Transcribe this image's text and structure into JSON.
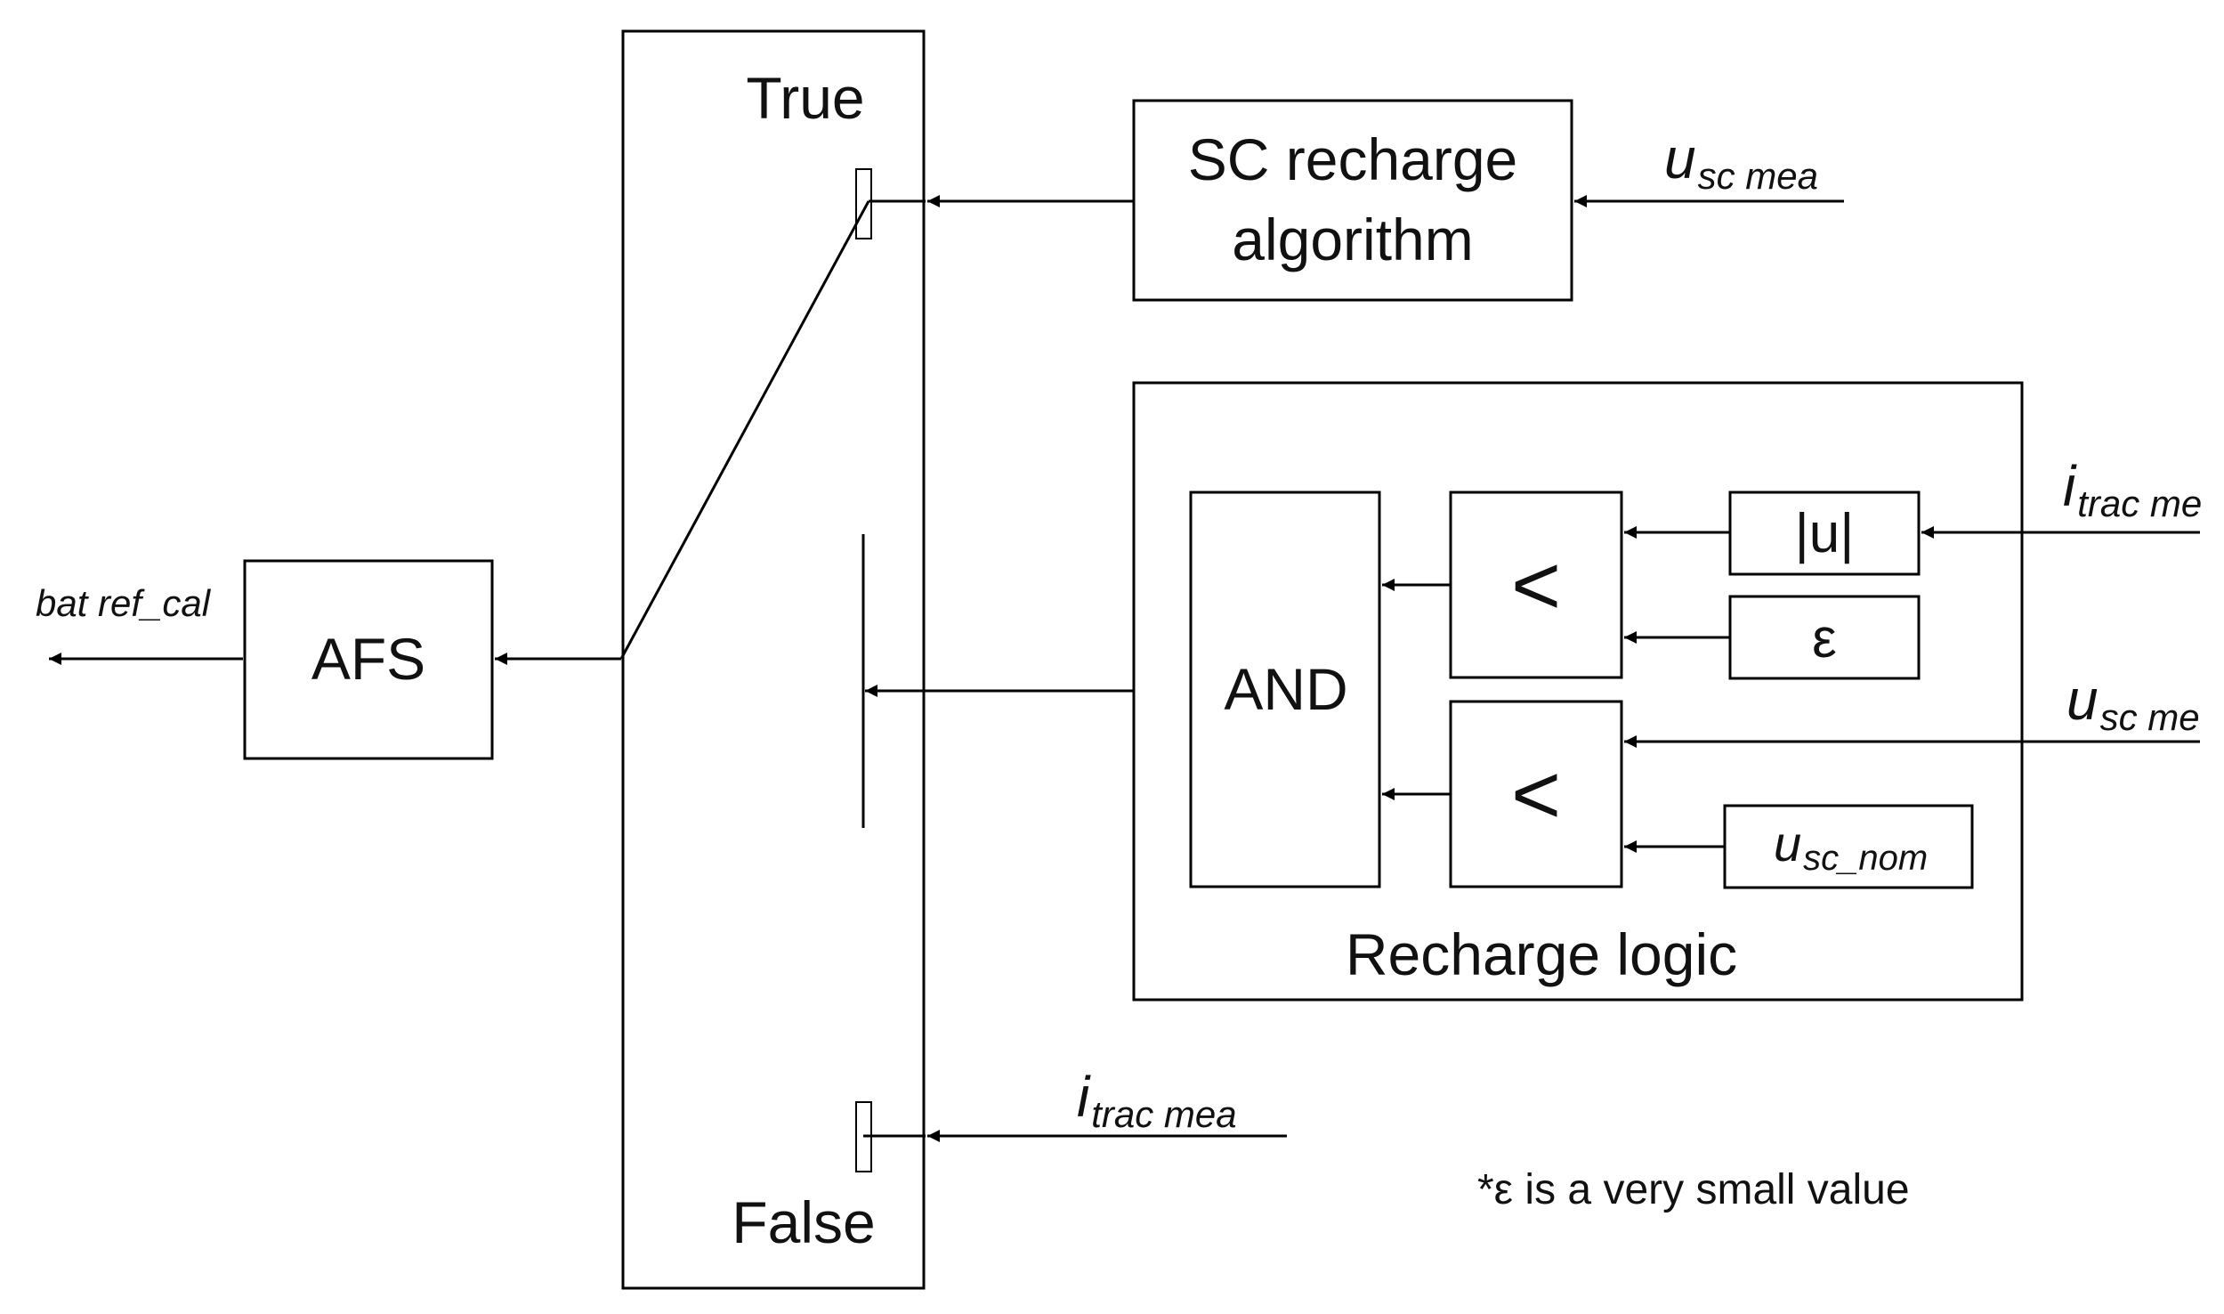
{
  "switch": {
    "true_label": "True",
    "false_label": "False"
  },
  "blocks": {
    "afs": "AFS",
    "sc_recharge_line1": "SC recharge",
    "sc_recharge_line2": "algorithm",
    "recharge_logic": "Recharge logic",
    "and": "AND",
    "compare_top": "<",
    "compare_bottom": "<",
    "abs": "|u|",
    "epsilon": "ε",
    "u_sc_nom_main": "u",
    "u_sc_nom_sub": "sc_nom"
  },
  "signals": {
    "output": "bat ref_cal",
    "u_sc_mea_top_main": "u",
    "u_sc_mea_top_sub": "sc mea",
    "i_trac_right_main": "i",
    "i_trac_right_sub": "trac me",
    "u_sc_right_main": "u",
    "u_sc_right_sub": "sc me",
    "i_trac_bottom_main": "i",
    "i_trac_bottom_sub": "trac mea"
  },
  "note": "*ε is a very small value"
}
